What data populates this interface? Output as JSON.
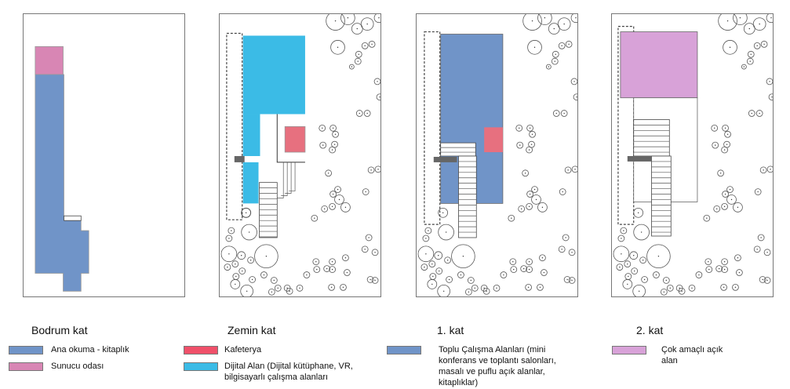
{
  "floors": [
    {
      "title": "Bodrum kat",
      "legend": [
        {
          "label": "Ana okuma - kitaplık",
          "color": "#7094c8"
        },
        {
          "label": "Sunucu odası",
          "color": "#d886b4"
        }
      ]
    },
    {
      "title": "Zemin kat",
      "legend": [
        {
          "label": "Kafeterya",
          "color": "#f0506a"
        },
        {
          "label": "Dijital Alan (Dijital kütüphane, VR, bilgisayarlı çalışma alanları",
          "color": "#3bbbe6"
        }
      ]
    },
    {
      "title": "1. kat",
      "legend": [
        {
          "label": "Toplu Çalışma Alanları (mini konferans ve toplantı salonları, masalı ve puflu açık alanlar, kitaplıklar)",
          "color": "#7094c8"
        }
      ]
    },
    {
      "title": "2. kat",
      "legend": [
        {
          "label": "Çok amaçlı açık alan",
          "color": "#d8a2d8"
        }
      ]
    }
  ],
  "plan_colors": {
    "blue": "#7094c8",
    "pink": "#d886b4",
    "cyan": "#3bbbe6",
    "red": "#e7707f",
    "lilac": "#d8a2d8"
  }
}
